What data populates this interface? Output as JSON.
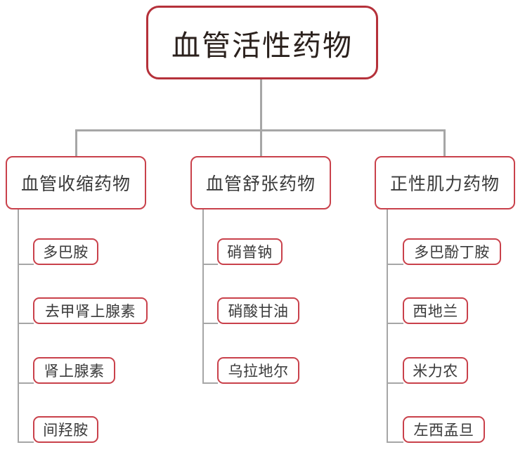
{
  "diagram": {
    "type": "tree-mindmap",
    "title": "血管活性药物",
    "colors": {
      "root_border": "#b5313a",
      "node_border": "#c9414b",
      "connector": "#a6a6a6",
      "text": "#3a3a3a",
      "background": "#ffffff"
    },
    "root": {
      "label": "血管活性药物"
    },
    "branches": [
      {
        "label": "血管收缩药物",
        "children": [
          {
            "label": "多巴胺"
          },
          {
            "label": "去甲肾上腺素"
          },
          {
            "label": "肾上腺素"
          },
          {
            "label": "间羟胺"
          }
        ]
      },
      {
        "label": "血管舒张药物",
        "children": [
          {
            "label": "硝普钠"
          },
          {
            "label": "硝酸甘油"
          },
          {
            "label": "乌拉地尔"
          }
        ]
      },
      {
        "label": "正性肌力药物",
        "children": [
          {
            "label": "多巴酚丁胺"
          },
          {
            "label": "西地兰"
          },
          {
            "label": "米力农"
          },
          {
            "label": "左西孟旦"
          }
        ]
      }
    ]
  }
}
